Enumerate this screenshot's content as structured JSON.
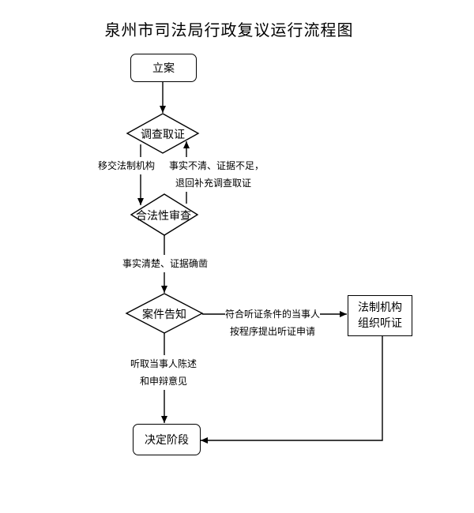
{
  "title": "泉州市司法局行政复议运行流程图",
  "nodes": {
    "lian": "立案",
    "diaocha": "调查取证",
    "hefaxing": "合法性审查",
    "anjian": "案件告知",
    "fazhi_line1": "法制机构",
    "fazhi_line2": "组织听证",
    "jueding": "决定阶段"
  },
  "edges": {
    "yijiao": "移交法制机构",
    "buqing_line1": "事实不清、证据不足，",
    "buqing_line2": "退回补充调查取证",
    "qingchu": "事实清楚、证据确凿",
    "fuhe_line1": "符合听证条件的当事人",
    "fuhe_line2": "按程序提出听证申请",
    "tingqu_line1": "听取当事人陈述",
    "tingqu_line2": "和申辩意见"
  }
}
